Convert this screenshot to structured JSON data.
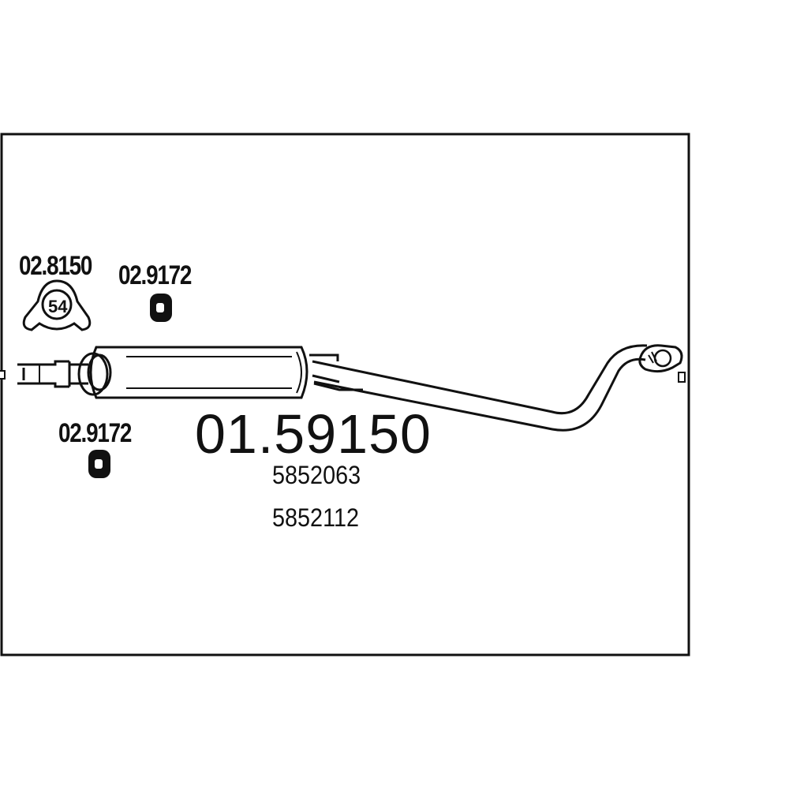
{
  "diagram": {
    "main_part_number": "01.59150",
    "oem_numbers": [
      "5852063",
      "5852112"
    ],
    "accessories": [
      {
        "number": "02.8150",
        "kind": "clamp",
        "badge": "54"
      },
      {
        "number": "02.9172",
        "kind": "rubber-mount",
        "badge": ""
      },
      {
        "number": "02.9172",
        "kind": "rubber-mount",
        "badge": ""
      }
    ],
    "colors": {
      "line": "#111111",
      "background": "#ffffff"
    }
  }
}
